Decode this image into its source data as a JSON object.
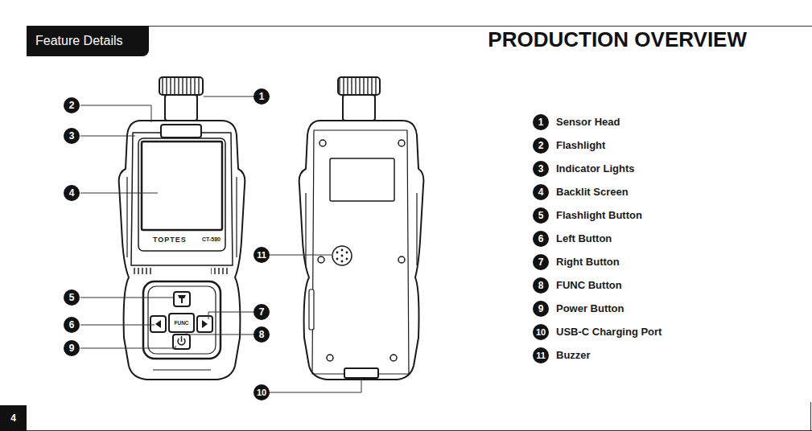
{
  "diagram": {
    "title": "PRODUCTION OVERVIEW",
    "nodes": [
      {
        "text": [
          "Feature Details"
        ]
      }
    ],
    "labels": [
      "1",
      "2",
      "3",
      "4",
      "5",
      "6",
      "7",
      "8",
      "9",
      "11",
      "10",
      "1",
      "Sensor Head",
      "2",
      "Flashlight",
      "3",
      "Indicator Lights",
      "4",
      "Backlit Screen",
      "5",
      "Flashlight Button",
      "6",
      "Left Button",
      "7",
      "Right Button",
      "8",
      "FUNC Button",
      "9",
      "Power Button",
      "10",
      "USB-C Charging Port",
      "11",
      "Buzzer",
      "TOPTES",
      "CT-580",
      "FUNC",
      "4"
    ]
  }
}
